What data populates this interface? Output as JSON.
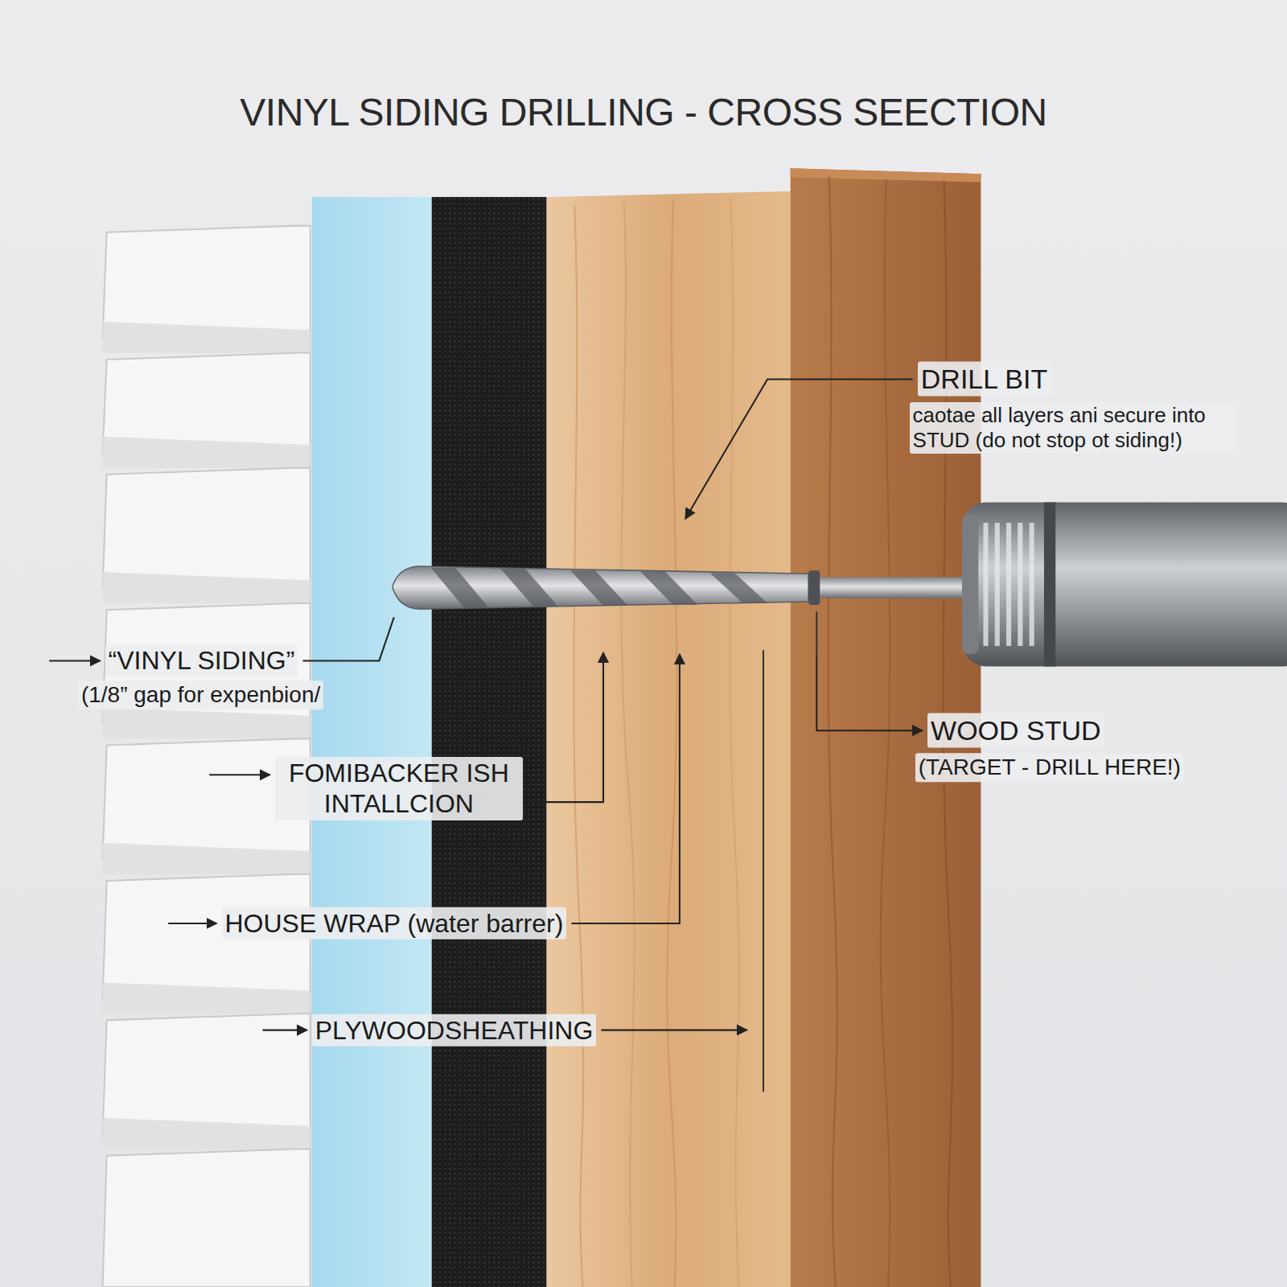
{
  "diagram": {
    "title": "VINYL SIDING DRILLING - CROSS SEECTION",
    "labels": [
      "DRILL BIT",
      "caotae all layers ani secure into STUD (do not stop ot siding!)",
      "WOOD STUD",
      "(TARGET - DRILL HERE!)",
      "“VINYL SIDING”",
      "(1/8” gap for expenbion/",
      "FOMIBACKER ISH INTALLCION",
      "HOUSE WRAP (water barrer)",
      "PLYWOODSHEATHING"
    ]
  }
}
